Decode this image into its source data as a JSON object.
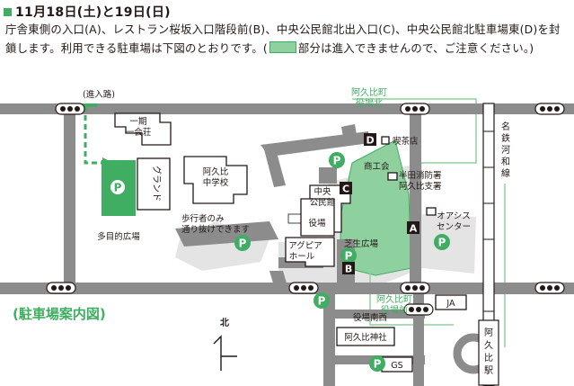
{
  "header": {
    "date": "11月18日(土)と19日(日)",
    "notice_before": "庁舎東側の入口(A)、レストラン桜坂入口階段前(B)、中央公民館北出入口(C)、中央公民館北駐車場東(D)を封鎖します。利用できる駐車場は下図のとおりです。(",
    "notice_after": "部分は進入できませんので、ご注意ください。)"
  },
  "map": {
    "title": "(駐車場案内図)",
    "north_label": "北",
    "labels": {
      "entrance_road": "(進入路)",
      "ichigo_kaiso": [
        "一期",
        "一会荘"
      ],
      "ground": "グランド",
      "tamokuteki": "多目的広場",
      "akuhi_jhs": [
        "阿久比",
        "中学校"
      ],
      "walk_only": [
        "歩行者のみ",
        "通り抜けできます"
      ],
      "chuo_kominkan": [
        "中央",
        "公民館"
      ],
      "yakuba": "役場",
      "agupia_hall": [
        "アグピア",
        "ホール"
      ],
      "shibasei_hiroba": "芝生広場",
      "kissaten": "喫茶店",
      "shokokai": "商工会",
      "fire_station": [
        "半田消防署",
        "阿久比支署"
      ],
      "oasis_center": [
        "オアシス",
        "センター"
      ],
      "meitetsu": [
        "名",
        "鉄",
        "河",
        "和",
        "線"
      ],
      "akuhi_yakuba_kita": [
        "阿久比町",
        "役場北"
      ],
      "akuhi_yakuba_mae": [
        "阿久比町",
        "役場前"
      ],
      "yakuba_nansei": "役場南西",
      "ja": "JA",
      "akuhi_jinja": "阿久比神社",
      "gs": "GS",
      "akuhi_station": [
        "阿",
        "久",
        "比",
        "駅"
      ]
    },
    "markers": [
      "A",
      "B",
      "C",
      "D"
    ],
    "parking_symbol": "P",
    "colors": {
      "green": "#3fae62",
      "light_green": "#8fd19e",
      "road_gray": "#8c8c8c",
      "area_gray": "#dcdcdc"
    }
  }
}
